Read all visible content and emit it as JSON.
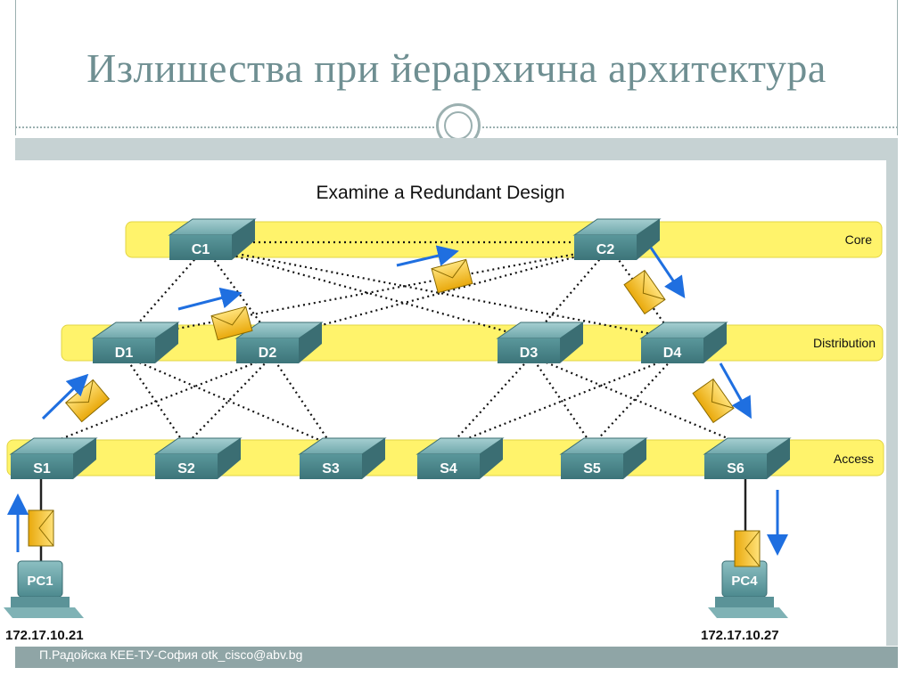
{
  "slide": {
    "title": "Излишества при йерархична архитектура",
    "footer": "П.Радойска КЕЕ-ТУ-София otk_cisco@abv.bg"
  },
  "diagram": {
    "title": "Examine a Redundant Design",
    "layers": {
      "core": "Core",
      "distribution": "Distribution",
      "access": "Access"
    },
    "switches": {
      "c1": "C1",
      "c2": "C2",
      "d1": "D1",
      "d2": "D2",
      "d3": "D3",
      "d4": "D4",
      "s1": "S1",
      "s2": "S2",
      "s3": "S3",
      "s4": "S4",
      "s5": "S5",
      "s6": "S6"
    },
    "pcs": {
      "pc1": {
        "label": "PC1",
        "ip": "172.17.10.21"
      },
      "pc4": {
        "label": "PC4",
        "ip": "172.17.10.27"
      }
    }
  },
  "colors": {
    "accent": "#6f8f92",
    "layer_band": "#fff36b",
    "switch": "#4f8d92",
    "arrow": "#1f6fe0",
    "envelope": "#f2c21b"
  }
}
